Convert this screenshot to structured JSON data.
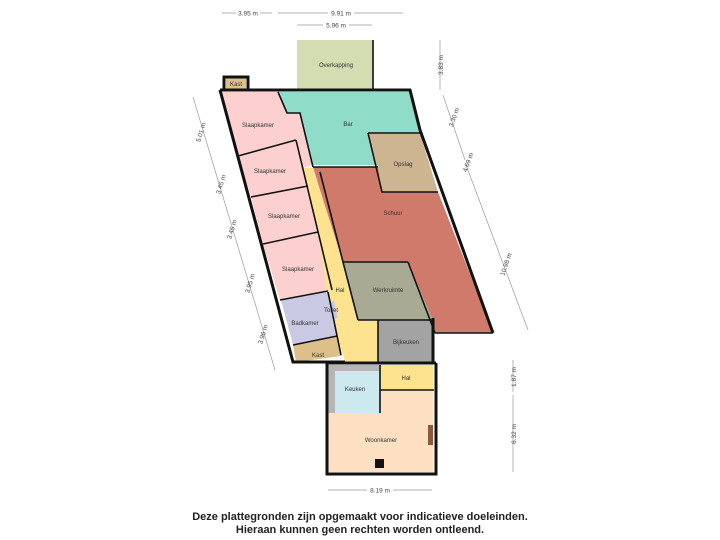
{
  "rooms": {
    "overkapping": "Overkapping",
    "kast_top": "Kast",
    "bar": "Bar",
    "slaapkamer1": "Slaapkamer",
    "slaapkamer2": "Slaapkamer",
    "slaapkamer3": "Slaapkamer",
    "slaapkamer4": "Slaapkamer",
    "opslag": "Opslag",
    "schuur": "Schuur",
    "werkruimte": "Werkruimte",
    "hal_corridor": "Hal",
    "toilet": "Toilet",
    "badkamer": "Badkamer",
    "kast_bottom": "Kast",
    "bijkeuken": "Bijkeuken",
    "keuken": "Keuken",
    "hal_bottom": "Hal",
    "woonkamer": "Woonkamer"
  },
  "colors": {
    "overkapping": "#d4dcb2",
    "kast": "#ddbf8a",
    "bar": "#8fdcc8",
    "slaapkamer": "#fdd0d0",
    "opslag": "#cdb591",
    "schuur": "#d07a6c",
    "werkruimte": "#a8aa94",
    "hal": "#fde390",
    "badkamer": "#c9c9e4",
    "bijkeuken": "#a3a3a3",
    "keuken": "#cde9f0",
    "woonkamer": "#fde0c2"
  },
  "dimensions": {
    "top_left": "3.95 m",
    "top_total": "9.91 m",
    "top_overkapping": "5.96 m",
    "right_overkapping": "3.83 m",
    "right_bar": "3.30 m",
    "right_opslag": "4.69 m",
    "right_schuur": "10.98 m",
    "left_1": "5.01 m",
    "left_2": "3.45 m",
    "left_3": "3.45 m",
    "left_4": "3.95 m",
    "left_5": "3.96 m",
    "right_hal": "1.87 m",
    "right_woonkamer": "6.32 m",
    "bottom_width": "8.19 m"
  },
  "disclaimer": {
    "line1": "Deze plattegronden zijn opgemaakt voor indicatieve doeleinden.",
    "line2": "Hieraan kunnen geen rechten worden ontleend."
  }
}
